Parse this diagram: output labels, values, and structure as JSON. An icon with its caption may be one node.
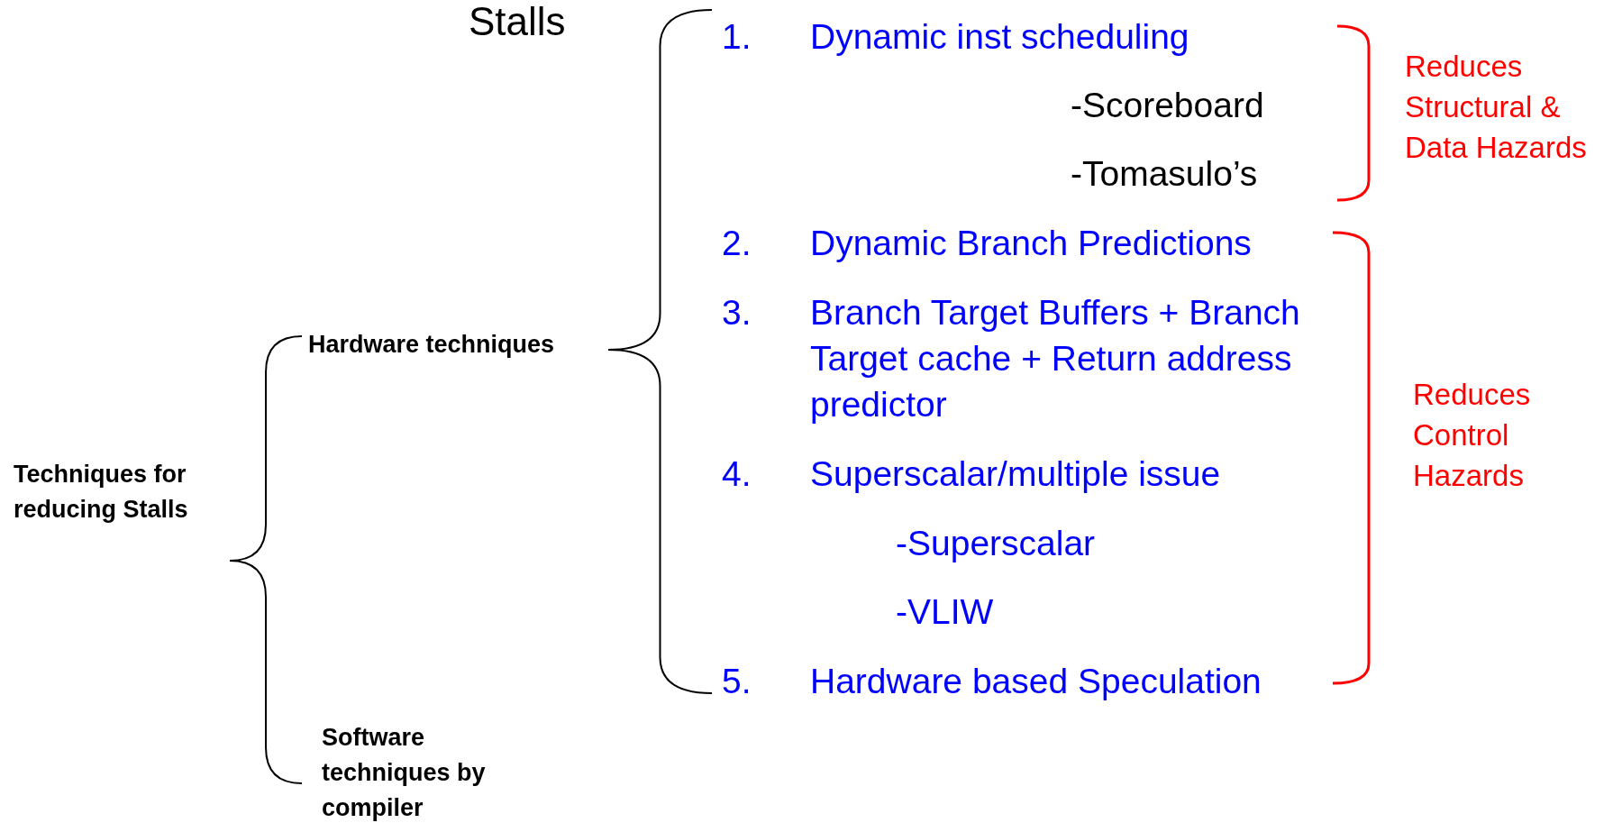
{
  "diagram": {
    "title": "Stalls",
    "labels": [
      "Techniques for reducing Stalls",
      "Hardware techniques",
      "1.",
      "Dynamic inst scheduling",
      "-Scoreboard",
      "-Tomasulo’s",
      "2.",
      "Dynamic Branch Predictions",
      "3.",
      "Branch Target Buffers + Branch Target cache + Return address predictor",
      "4.",
      "Superscalar/multiple issue",
      "-Superscalar",
      "-VLIW",
      "5.",
      "Hardware based Speculation",
      "Reduces Structural & Data Hazards",
      "Reduces Control Hazards",
      "Software techniques by compiler"
    ]
  }
}
